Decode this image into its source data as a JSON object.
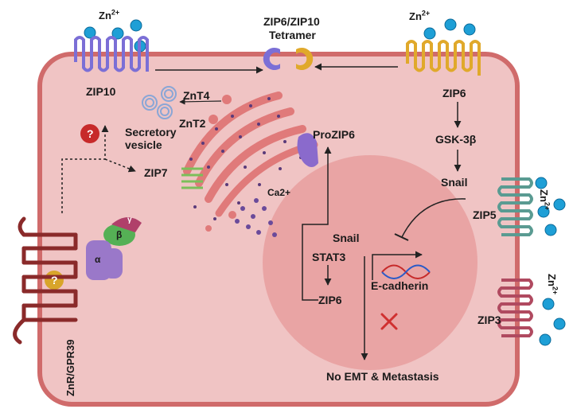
{
  "title_line1": "ZIP6/ZIP10",
  "title_line2": "Tetramer",
  "zn_base": "Zn",
  "zn_charge": "2+",
  "labels": {
    "zip10": "ZIP10",
    "zip6_right": "ZIP6",
    "gsk": "GSK-3β",
    "snail_right": "Snail",
    "znt4": "ZnT4",
    "znt2": "ZnT2",
    "secretory": "Secretory",
    "vesicle": "vesicle",
    "zip7": "ZIP7",
    "prozip6": "ProZIP6",
    "ca2": "Ca2+",
    "stat3": "STAT3",
    "zip6_nucleus": "ZIP6",
    "snail_nucleus": "Snail",
    "ecadherin": "E-cadherin",
    "no_emt": "No EMT & Metastasis",
    "zip5": "ZIP5",
    "zip3": "ZIP3",
    "znr": "ZnR/GPR39",
    "question": "?",
    "alpha": "α",
    "beta": "β",
    "gamma": "γ"
  },
  "colors": {
    "cell_fill": "#f0c4c4",
    "cell_border": "#d06b6b",
    "nucleus": "#e79a9a",
    "zinc": "#1e9fd6",
    "zip10": "#7b6fd6",
    "zip6": "#e0a92b",
    "zip5": "#5a9b92",
    "zip3": "#b04a60",
    "gpr39": "#8a2a2a",
    "golgi": "#e07a7a",
    "zip7": "#7bbf5a",
    "gprotein_a": "#9a78c9",
    "gprotein_b": "#55b055",
    "gprotein_g": "#b0406a",
    "question_red": "#c72a2a",
    "question_gold": "#d8a52a"
  }
}
